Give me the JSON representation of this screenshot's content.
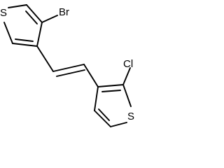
{
  "molecule": {
    "atoms": {
      "sulfur_top": "S",
      "bromine": "Br",
      "chlorine": "Cl",
      "sulfur_bottom": "S"
    }
  }
}
